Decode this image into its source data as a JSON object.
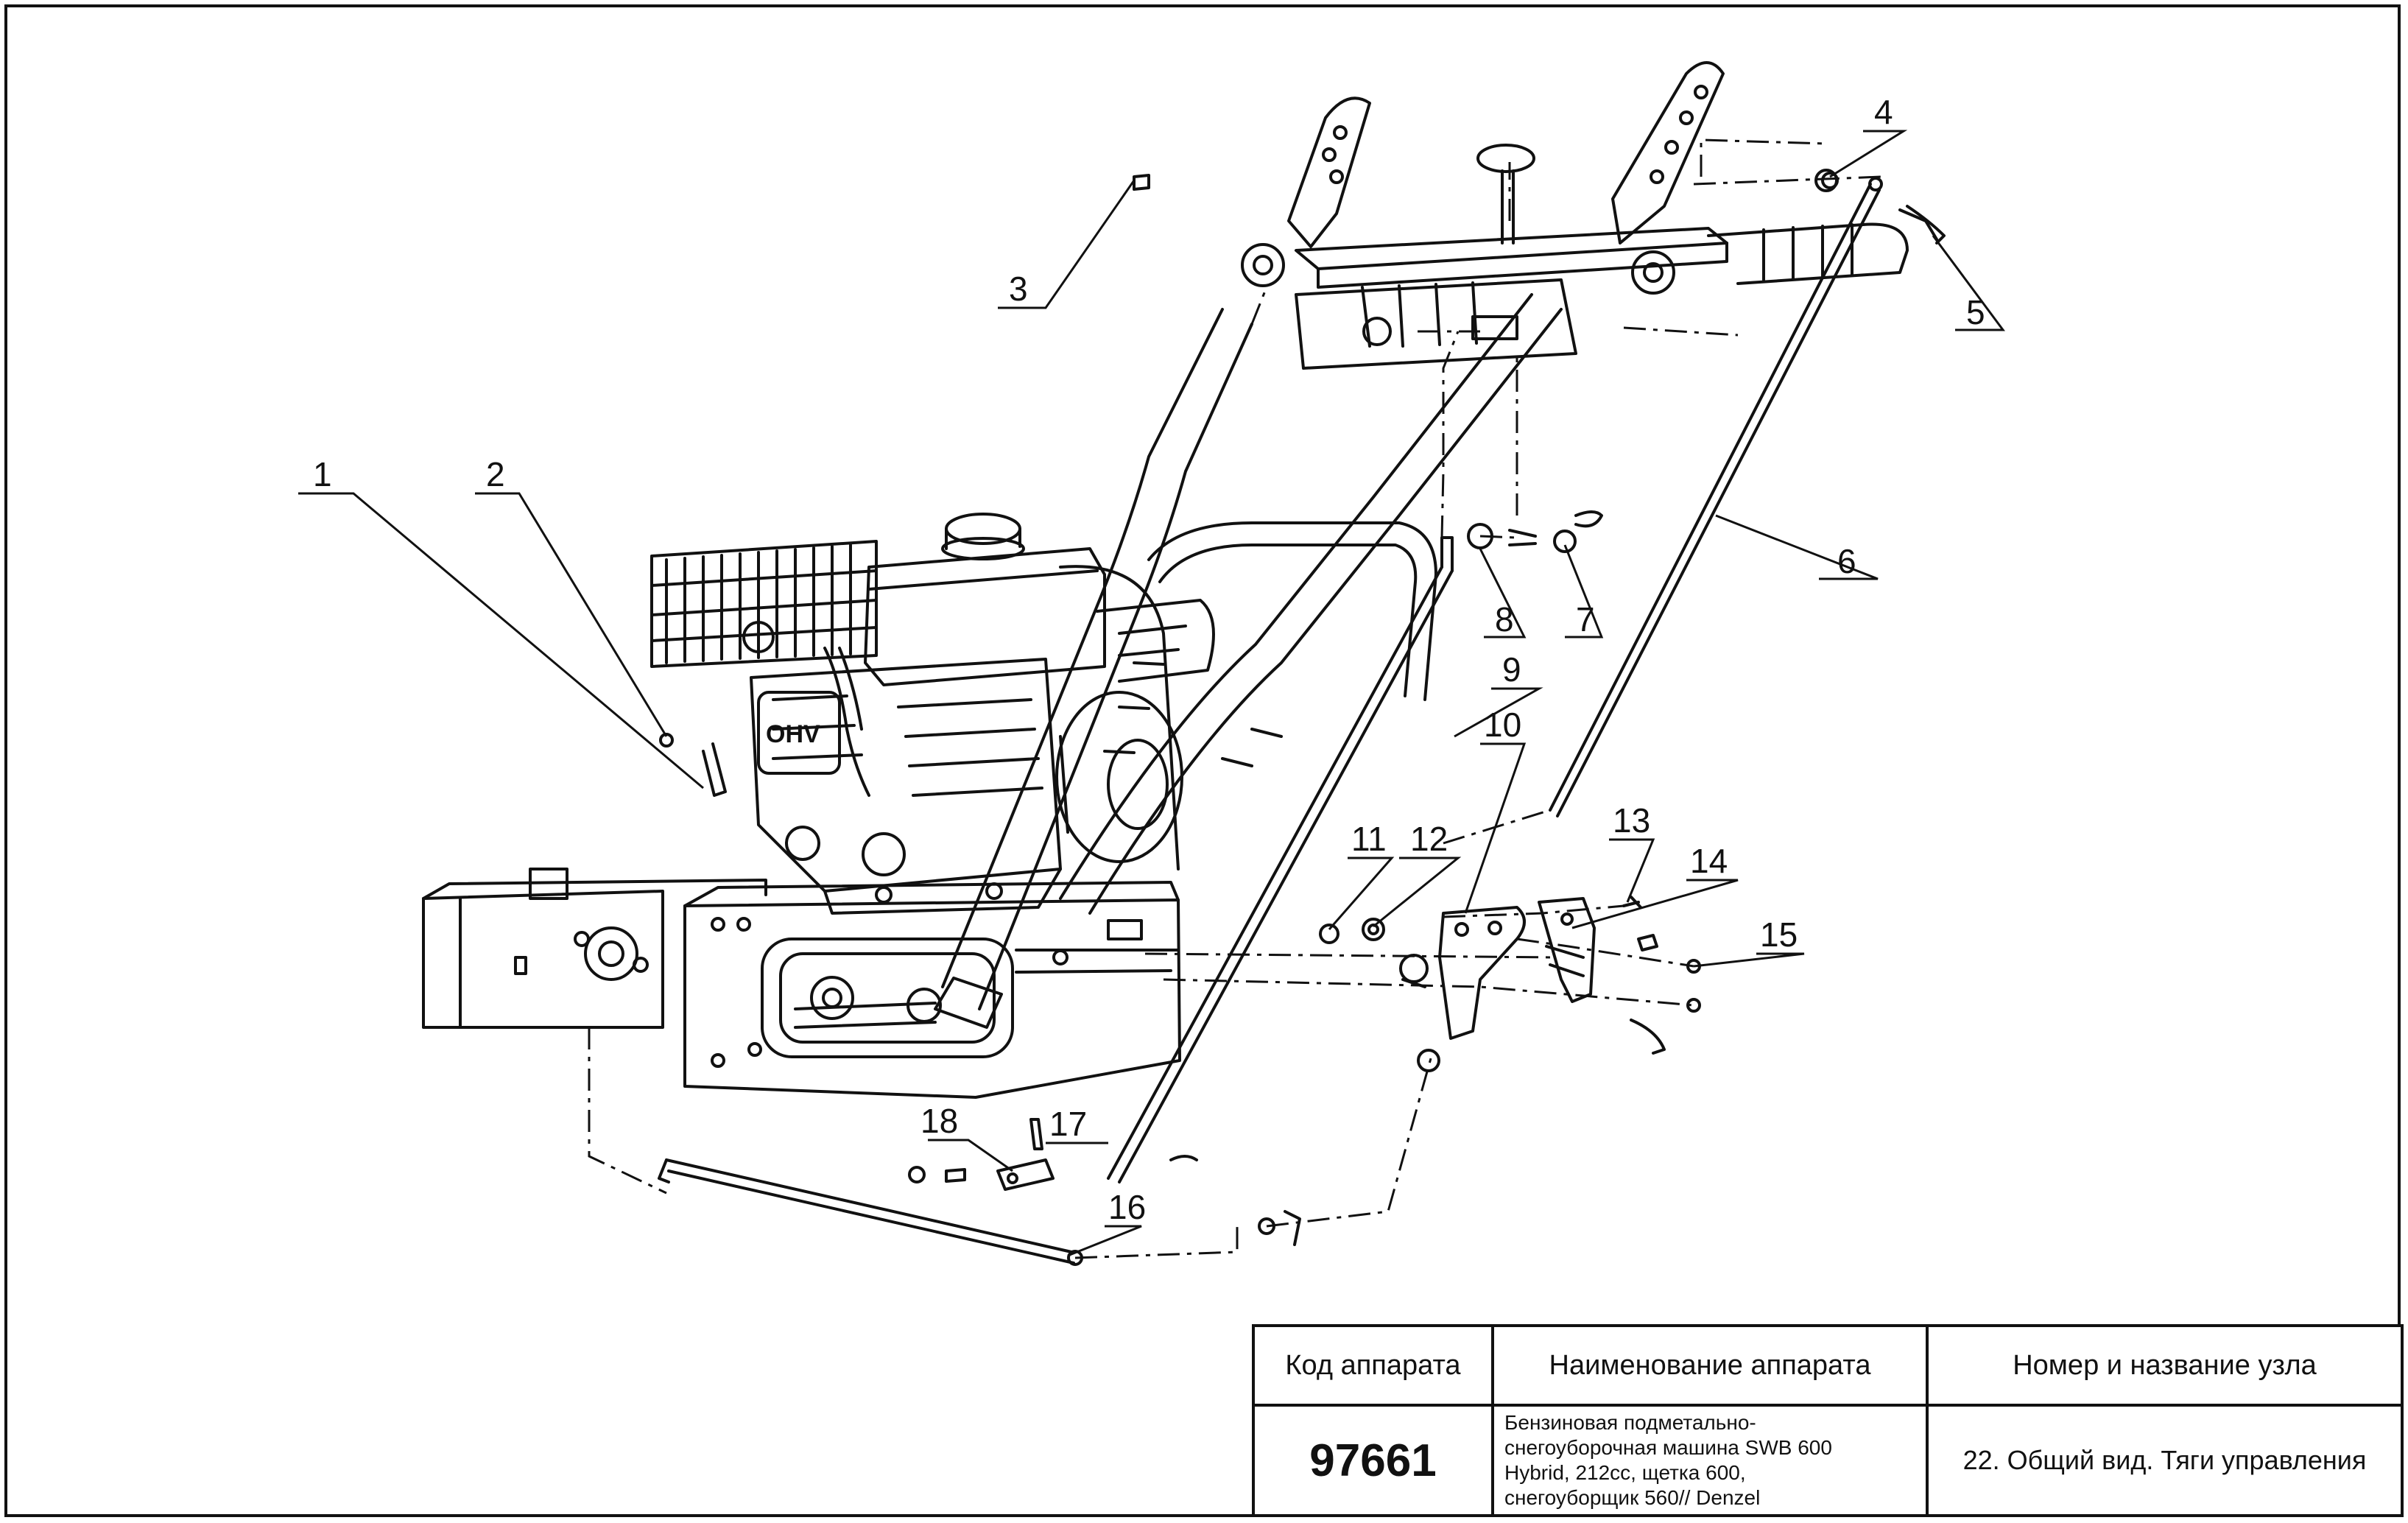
{
  "callouts": [
    "1",
    "2",
    "3",
    "4",
    "5",
    "6",
    "7",
    "8",
    "9",
    "10",
    "11",
    "12",
    "13",
    "14",
    "15",
    "16",
    "17",
    "18"
  ],
  "engine_mark": "OHV",
  "title_block": {
    "headers": {
      "code": "Код аппарата",
      "name": "Наименование аппарата",
      "unit": "Номер и название узла"
    },
    "code": "97661",
    "name_lines": [
      "Бензиновая подметально-",
      "снегоуборочная машина SWB 600",
      "Hybrid, 212cc, щетка 600,",
      "снегоуборщик 560// Denzel"
    ],
    "unit": "22. Общий вид. Тяги управления"
  }
}
